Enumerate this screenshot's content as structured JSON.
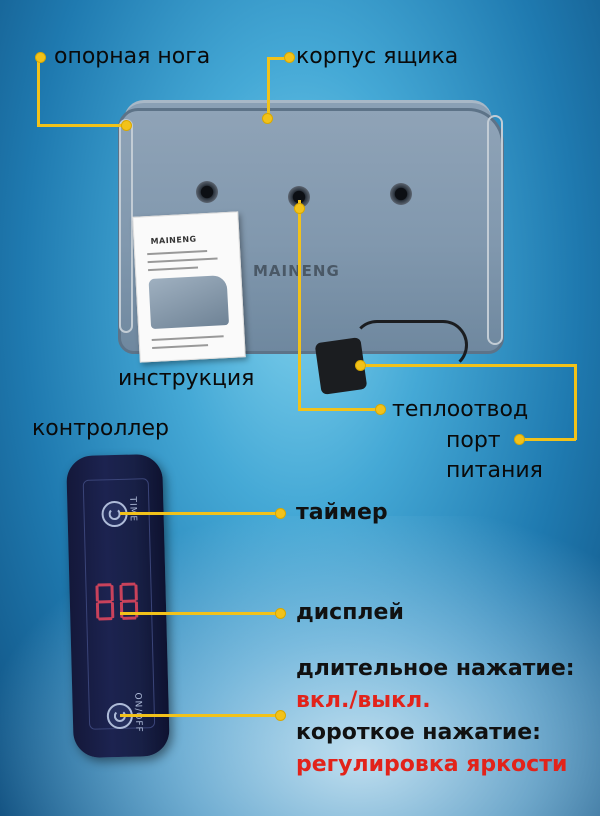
{
  "labels": {
    "support_leg": "опорная нога",
    "case_body": "корпус ящика",
    "instruction": "инструкция",
    "heat_sink": "теплоотвод",
    "power_port_line1": "порт",
    "power_port_line2": "питания",
    "controller": "контроллер",
    "timer": "таймер",
    "display": "дисплей",
    "long_press": "длительное нажатие:",
    "on_off": "вкл./выкл.",
    "short_press": "короткое нажатие:",
    "brightness": "регулировка яркости"
  },
  "product": {
    "brand": "MAINENG",
    "booklet_brand": "MAINENG",
    "controller_timer_text": "TIME",
    "controller_power_text": "ON/OFF"
  },
  "colors": {
    "accent_line": "#f2c21a",
    "highlight_text": "#e2231a"
  }
}
